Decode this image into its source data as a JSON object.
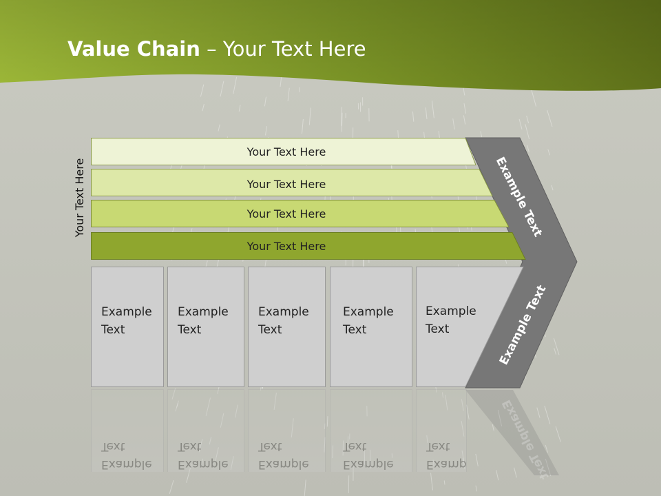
{
  "title": {
    "bold": "Value Chain",
    "rest": " – Your Text Here"
  },
  "side_label": "Your Text Here",
  "bars": [
    {
      "label": "Your Text Here"
    },
    {
      "label": "Your Text Here"
    },
    {
      "label": "Your Text Here"
    },
    {
      "label": "Your Text Here"
    }
  ],
  "boxes": [
    {
      "line1": "Example",
      "line2": "Text"
    },
    {
      "line1": "Example",
      "line2": "Text"
    },
    {
      "line1": "Example",
      "line2": "Text"
    },
    {
      "line1": "Example",
      "line2": "Text"
    },
    {
      "line1": "Example",
      "line2": "Text"
    }
  ],
  "chevron": {
    "upper": "Example Text",
    "lower": "Example Text"
  },
  "colors": {
    "header_dark": "#5f7418",
    "header_light": "#9db838",
    "bar1": "#eef3d6",
    "bar2": "#dde8a8",
    "bar3": "#c8d973",
    "bar4": "#8fa62e",
    "chevron": "#777777",
    "box": "#cfcfcf"
  }
}
